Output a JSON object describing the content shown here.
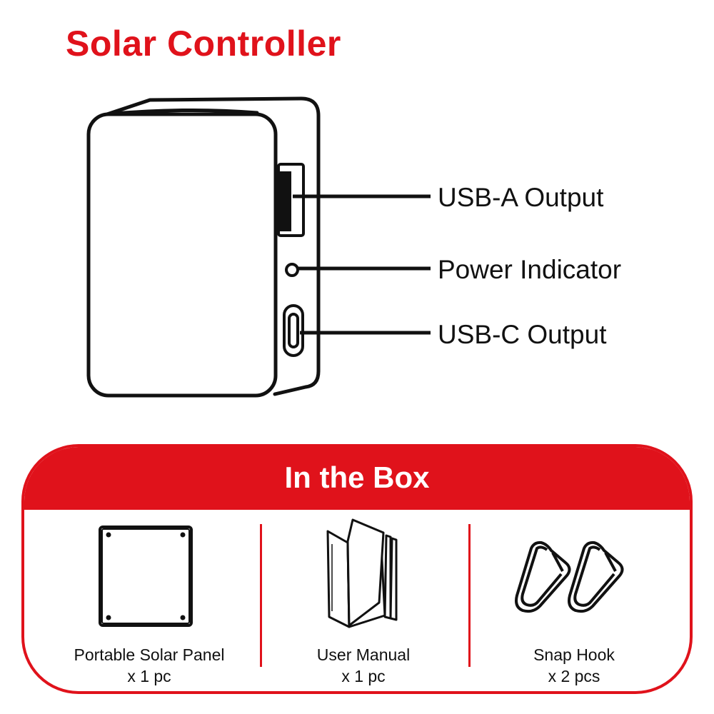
{
  "title": "Solar Controller",
  "device_labels": {
    "usb_a": "USB-A Output",
    "power_indicator": "Power Indicator",
    "usb_c": "USB-C Output"
  },
  "in_the_box": {
    "title": "In the Box",
    "items": [
      {
        "name": "Portable Solar Panel",
        "qty": "x 1 pc",
        "icon": "solar-panel-icon"
      },
      {
        "name": "User Manual",
        "qty": "x 1 pc",
        "icon": "manual-icon"
      },
      {
        "name": "Snap Hook",
        "qty": "x 2 pcs",
        "icon": "carabiner-icon"
      }
    ]
  },
  "colors": {
    "accent": "#e0121b",
    "line": "#111111",
    "background": "#ffffff"
  }
}
